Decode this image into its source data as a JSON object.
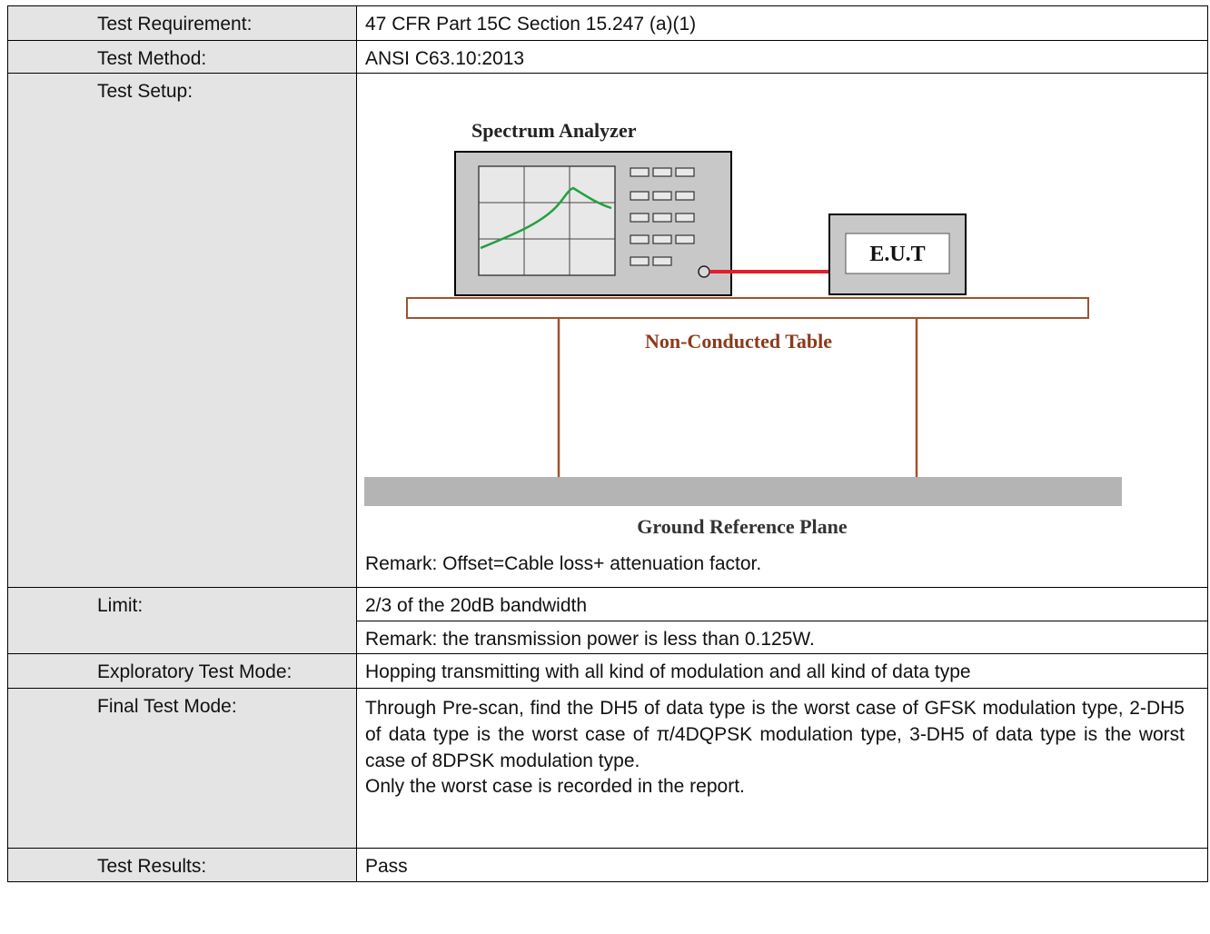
{
  "rows": {
    "requirement": {
      "label": "Test Requirement:",
      "value": "47 CFR Part 15C Section 15.247 (a)(1)"
    },
    "method": {
      "label": "Test Method:",
      "value": "ANSI C63.10:2013"
    },
    "setup": {
      "label": "Test Setup:",
      "diagram": {
        "analyzer_label": "Spectrum Analyzer",
        "eut_label": "E.U.T",
        "table_label": "Non-Conducted Table",
        "plane_label": "Ground Reference Plane"
      },
      "remark": "Remark: Offset=Cable loss+ attenuation factor."
    },
    "limit": {
      "label": "Limit:",
      "value": "2/3 of the 20dB bandwidth",
      "remark": "Remark: the transmission power is less than 0.125W."
    },
    "exploratory": {
      "label": "Exploratory Test Mode:",
      "value": "Hopping transmitting with all kind of modulation and all kind of data type"
    },
    "final": {
      "label": "Final Test Mode:",
      "value": "Through Pre-scan, find the DH5 of data type is the worst case of GFSK modulation type, 2-DH5 of data type is the worst case of π/4DQPSK modulation type, 3-DH5 of data type is the worst case of 8DPSK modulation type.",
      "note": "Only the worst case is recorded in the report."
    },
    "results": {
      "label": "Test Results:",
      "value": "Pass"
    }
  },
  "colors": {
    "label_bg": "#e4e4e4",
    "trace": "#22a040",
    "cable": "#e0202c",
    "table_brown": "#a0522d",
    "plane_gray": "#b4b4b4",
    "device_gray": "#c8c8c8"
  }
}
